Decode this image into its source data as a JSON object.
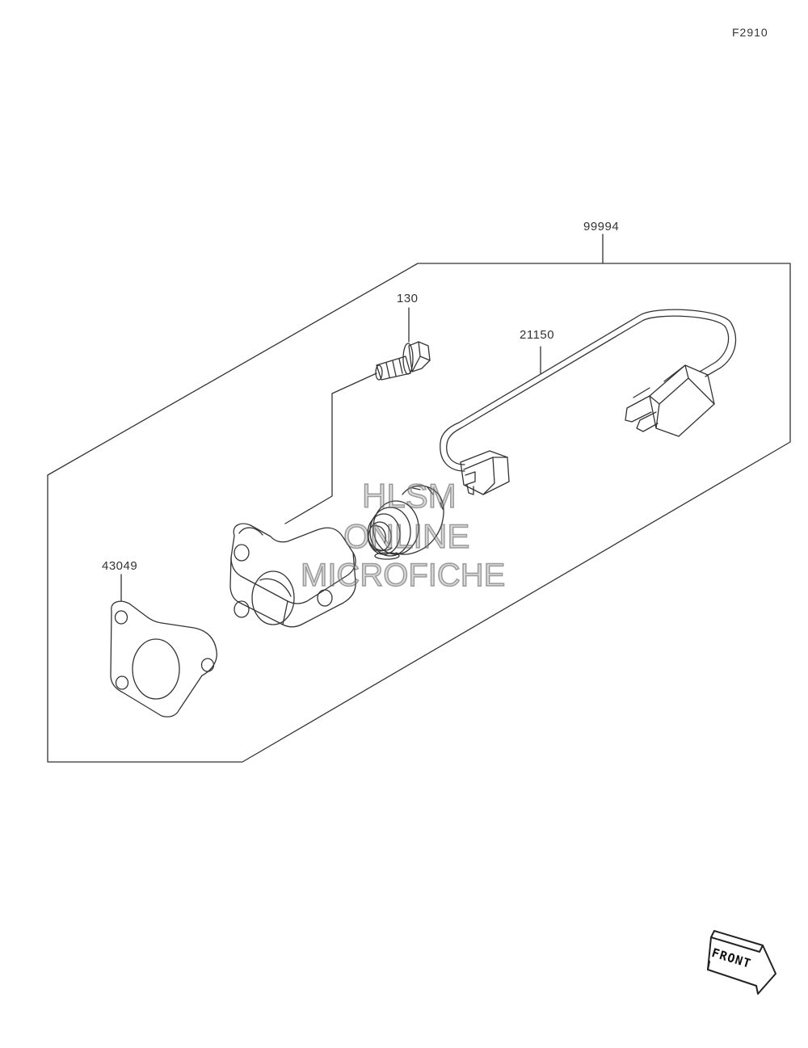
{
  "diagram_code": "F2910",
  "parts": {
    "kit": "99994",
    "bolt": "130",
    "harness": "21150",
    "gasket": "43049"
  },
  "watermark": {
    "line1": "HLSM",
    "line2": "ONLINE",
    "line3": "MICROFICHE"
  },
  "front_badge": "FRONT",
  "colors": {
    "line": "#333333",
    "watermark": "#9a9a9a"
  }
}
